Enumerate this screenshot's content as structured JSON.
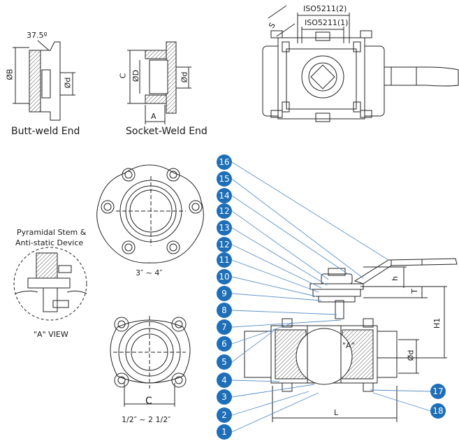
{
  "views": {
    "butt_weld": {
      "caption": "Butt-weld End",
      "angle": "37.5º",
      "dim_outer": "ØB",
      "dim_inner": "Ød"
    },
    "socket_weld": {
      "caption": "Socket-Weld End",
      "dim_c": "C",
      "dim_d_outer": "ØD",
      "dim_d_inner": "Ød",
      "dim_a": "A"
    },
    "top_view": {
      "iso_2": "ISO5211(2)",
      "iso_1": "ISO5211(1)",
      "dim_s": "S"
    },
    "flange_large": {
      "caption": "3″ ~ 4″"
    },
    "flange_small": {
      "caption": "1/2″ ~ 2 1/2″",
      "dim_c": "C"
    },
    "stem_detail": {
      "title_line1": "Pyramidal Stem &",
      "title_line2": "Anti-static Device",
      "caption": "\"A\" VIEW"
    },
    "section": {
      "view_label": "\"A\"",
      "dim_l": "L",
      "dim_d": "Ød",
      "dim_h1": "H1",
      "dim_h": "h",
      "dim_t": "T"
    }
  },
  "callouts": [
    {
      "num": "16"
    },
    {
      "num": "15"
    },
    {
      "num": "14"
    },
    {
      "num": "12"
    },
    {
      "num": "13"
    },
    {
      "num": "12"
    },
    {
      "num": "11"
    },
    {
      "num": "10"
    },
    {
      "num": "9"
    },
    {
      "num": "8"
    },
    {
      "num": "7"
    },
    {
      "num": "6"
    },
    {
      "num": "5"
    },
    {
      "num": "4"
    },
    {
      "num": "3"
    },
    {
      "num": "2"
    },
    {
      "num": "1"
    },
    {
      "num": "17"
    },
    {
      "num": "18"
    }
  ],
  "colors": {
    "badge": "#1f6fb8",
    "leader": "#5a8fc7",
    "line": "#2a2a2a",
    "hatch": "#555555"
  }
}
